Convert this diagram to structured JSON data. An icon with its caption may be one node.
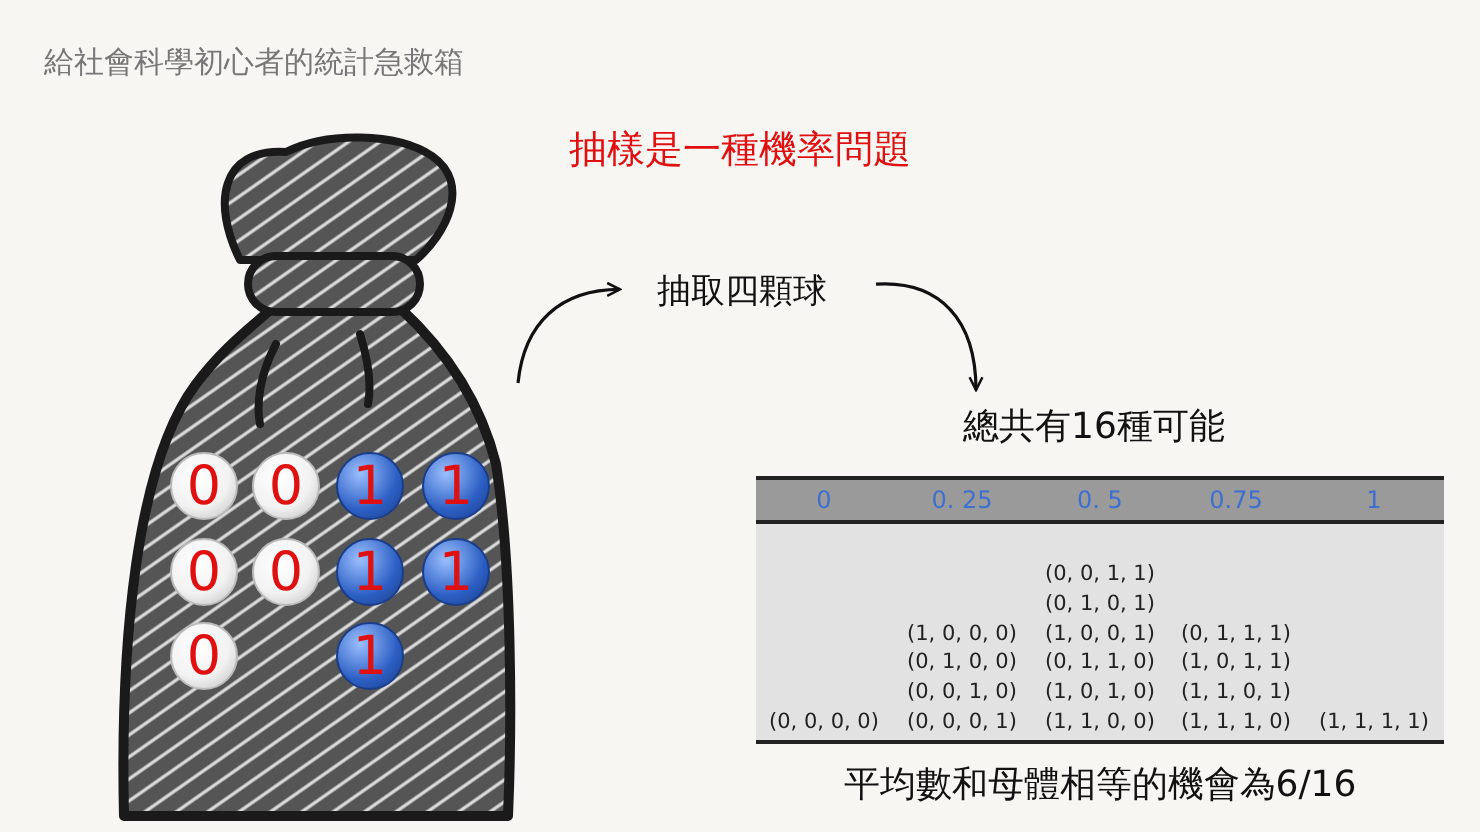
{
  "diagram": {
    "title": "給社會科學初心者的統計急救箱",
    "nodes": [
      {
        "text": [],
        "shape": "picture"
      },
      {
        "text": [
          "0"
        ],
        "in": 0
      },
      {
        "text": [
          "0"
        ],
        "in": 0
      },
      {
        "text": [
          "1"
        ],
        "in": 0
      },
      {
        "text": [
          "1"
        ],
        "in": 0
      },
      {
        "text": [
          "0"
        ],
        "in": 0
      },
      {
        "text": [
          "0"
        ],
        "in": 0
      },
      {
        "text": [
          "1"
        ],
        "in": 0
      },
      {
        "text": [
          "1"
        ],
        "in": 0
      },
      {
        "text": [
          "0"
        ],
        "in": 0
      },
      {
        "text": [
          "1"
        ],
        "in": 0
      },
      {
        "text": [
          "抽取四顆球"
        ]
      },
      {
        "text": [
          "總共有16種可能"
        ]
      }
    ],
    "edges": [
      {
        "from": 0,
        "to": 11,
        "arrow": "to"
      },
      {
        "from": 11,
        "to": 12,
        "arrow": "to"
      }
    ],
    "labels": [
      "抽樣是一種機率問題",
      "0",
      "0. 25",
      "0. 5",
      "0.75",
      "1",
      "(0, 0, 1, 1)",
      "(0, 1, 0, 1)",
      "(1, 0, 0, 0)",
      "(1, 0, 0, 1)",
      "(0, 1, 1, 1)",
      "(0, 1, 0, 0)",
      "(0, 1, 1, 0)",
      "(1, 0, 1, 1)",
      "(0, 0, 1, 0)",
      "(1, 0, 1, 0)",
      "(1, 1, 0, 1)",
      "(0, 0, 0, 0)",
      "(0, 0, 0, 1)",
      "(1, 1, 0, 0)",
      "(1, 1, 1, 0)",
      "(1, 1, 1, 1)",
      "平均數和母體相等的機會為6/16"
    ]
  }
}
